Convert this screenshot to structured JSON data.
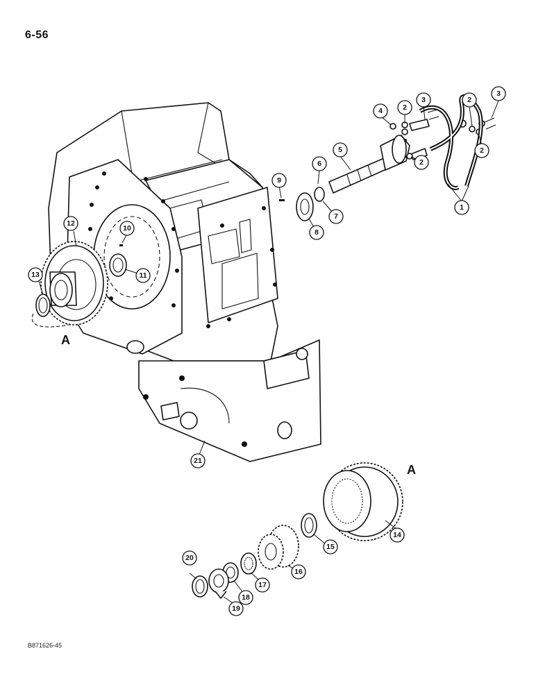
{
  "page": {
    "number": "6-56",
    "figure_code": "B871626-45"
  },
  "detail_reference": {
    "letter": "A"
  },
  "callouts": [
    {
      "id": "c1",
      "label": "1"
    },
    {
      "id": "c2a",
      "label": "2"
    },
    {
      "id": "c2b",
      "label": "2"
    },
    {
      "id": "c2c",
      "label": "2"
    },
    {
      "id": "c2d",
      "label": "2"
    },
    {
      "id": "c3a",
      "label": "3"
    },
    {
      "id": "c3b",
      "label": "3"
    },
    {
      "id": "c4",
      "label": "4"
    },
    {
      "id": "c5",
      "label": "5"
    },
    {
      "id": "c6",
      "label": "6"
    },
    {
      "id": "c7",
      "label": "7"
    },
    {
      "id": "c8",
      "label": "8"
    },
    {
      "id": "c9",
      "label": "9"
    },
    {
      "id": "c10",
      "label": "10"
    },
    {
      "id": "c11",
      "label": "11"
    },
    {
      "id": "c12",
      "label": "12"
    },
    {
      "id": "c13",
      "label": "13"
    },
    {
      "id": "c14",
      "label": "14"
    },
    {
      "id": "c15",
      "label": "15"
    },
    {
      "id": "c16",
      "label": "16"
    },
    {
      "id": "c17",
      "label": "17"
    },
    {
      "id": "c18",
      "label": "18"
    },
    {
      "id": "c19",
      "label": "19"
    },
    {
      "id": "c20",
      "label": "20"
    },
    {
      "id": "c21",
      "label": "21"
    }
  ]
}
